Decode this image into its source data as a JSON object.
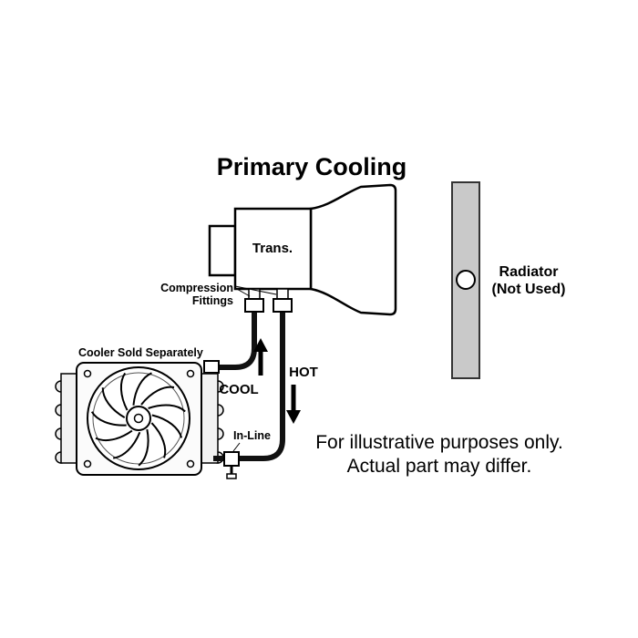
{
  "title": "Primary Cooling",
  "transmission": {
    "label": "Trans."
  },
  "fittings": {
    "line1": "Compression",
    "line2": "Fittings"
  },
  "cooler": {
    "label": "Cooler Sold Separately",
    "inline_label": "In-Line"
  },
  "flow": {
    "cool": "COOL",
    "hot": "HOT"
  },
  "radiator": {
    "line1": "Radiator",
    "line2": "(Not Used)"
  },
  "disclaimer": {
    "line1": "For illustrative purposes only.",
    "line2": "Actual part may differ."
  },
  "colors": {
    "outline": "#000000",
    "hose": "#111111",
    "radiator_fill": "#c9c9c9",
    "cooler_fill": "#fbfbfb"
  }
}
